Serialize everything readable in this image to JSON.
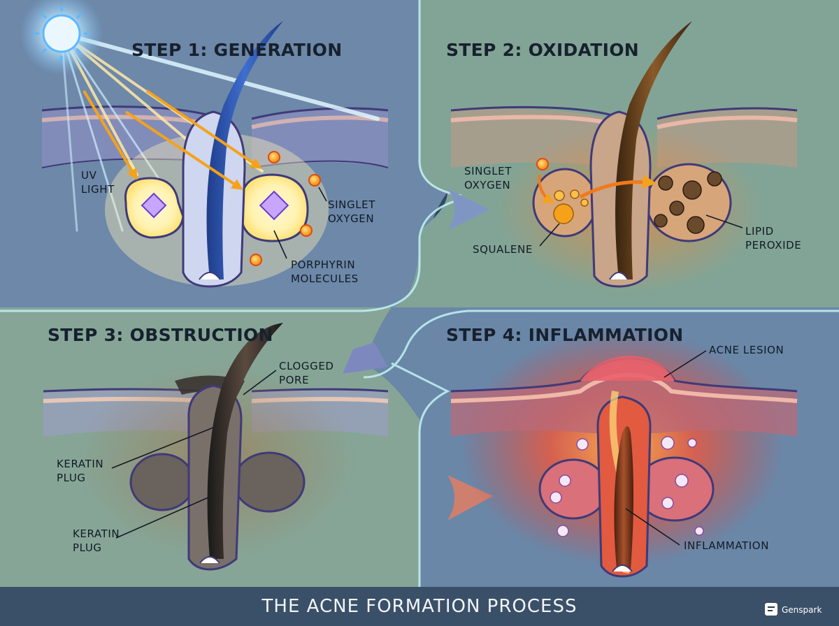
{
  "diagram": {
    "footer_title": "THE ACNE FORMATION PROCESS",
    "brand": "Genspark",
    "steps": [
      {
        "title": "STEP 1: GENERATION",
        "labels": [
          "UV",
          "LIGHT",
          "SINGLET",
          "OXYGEN",
          "PORPHYRIN",
          "MOLECULES"
        ]
      },
      {
        "title": "STEP 2: OXIDATION",
        "labels": [
          "SINGLET",
          "OXYGEN",
          "SQUALENE",
          "LIPID",
          "PEROXIDE"
        ]
      },
      {
        "title": "STEP 3: OBSTRUCTION",
        "labels": [
          "CLOGGED",
          "PORE",
          "KERATIN",
          "PLUG",
          "KERATIN",
          "PLUG"
        ]
      },
      {
        "title": "STEP 4: INFLAMMATION",
        "labels": [
          "ACNE LESION",
          "INFLAMMATION"
        ]
      }
    ]
  },
  "colors": {
    "panel1_bg": "#6d88a8",
    "panel2_bg": "#82a496",
    "panel3_bg": "#86a597",
    "panel4_bg": "#6a87a8",
    "footer_bg": "#3a5068",
    "divider": "#bfeef0",
    "skin_stroke": "#3f3a78",
    "sun": "#e9f6ff"
  },
  "icons": [
    "sun-icon",
    "singlet-oxygen-icon",
    "porphyrin-molecule-icon",
    "arrow-right-icon",
    "arrow-down-left-icon",
    "genspark-logo-icon"
  ]
}
